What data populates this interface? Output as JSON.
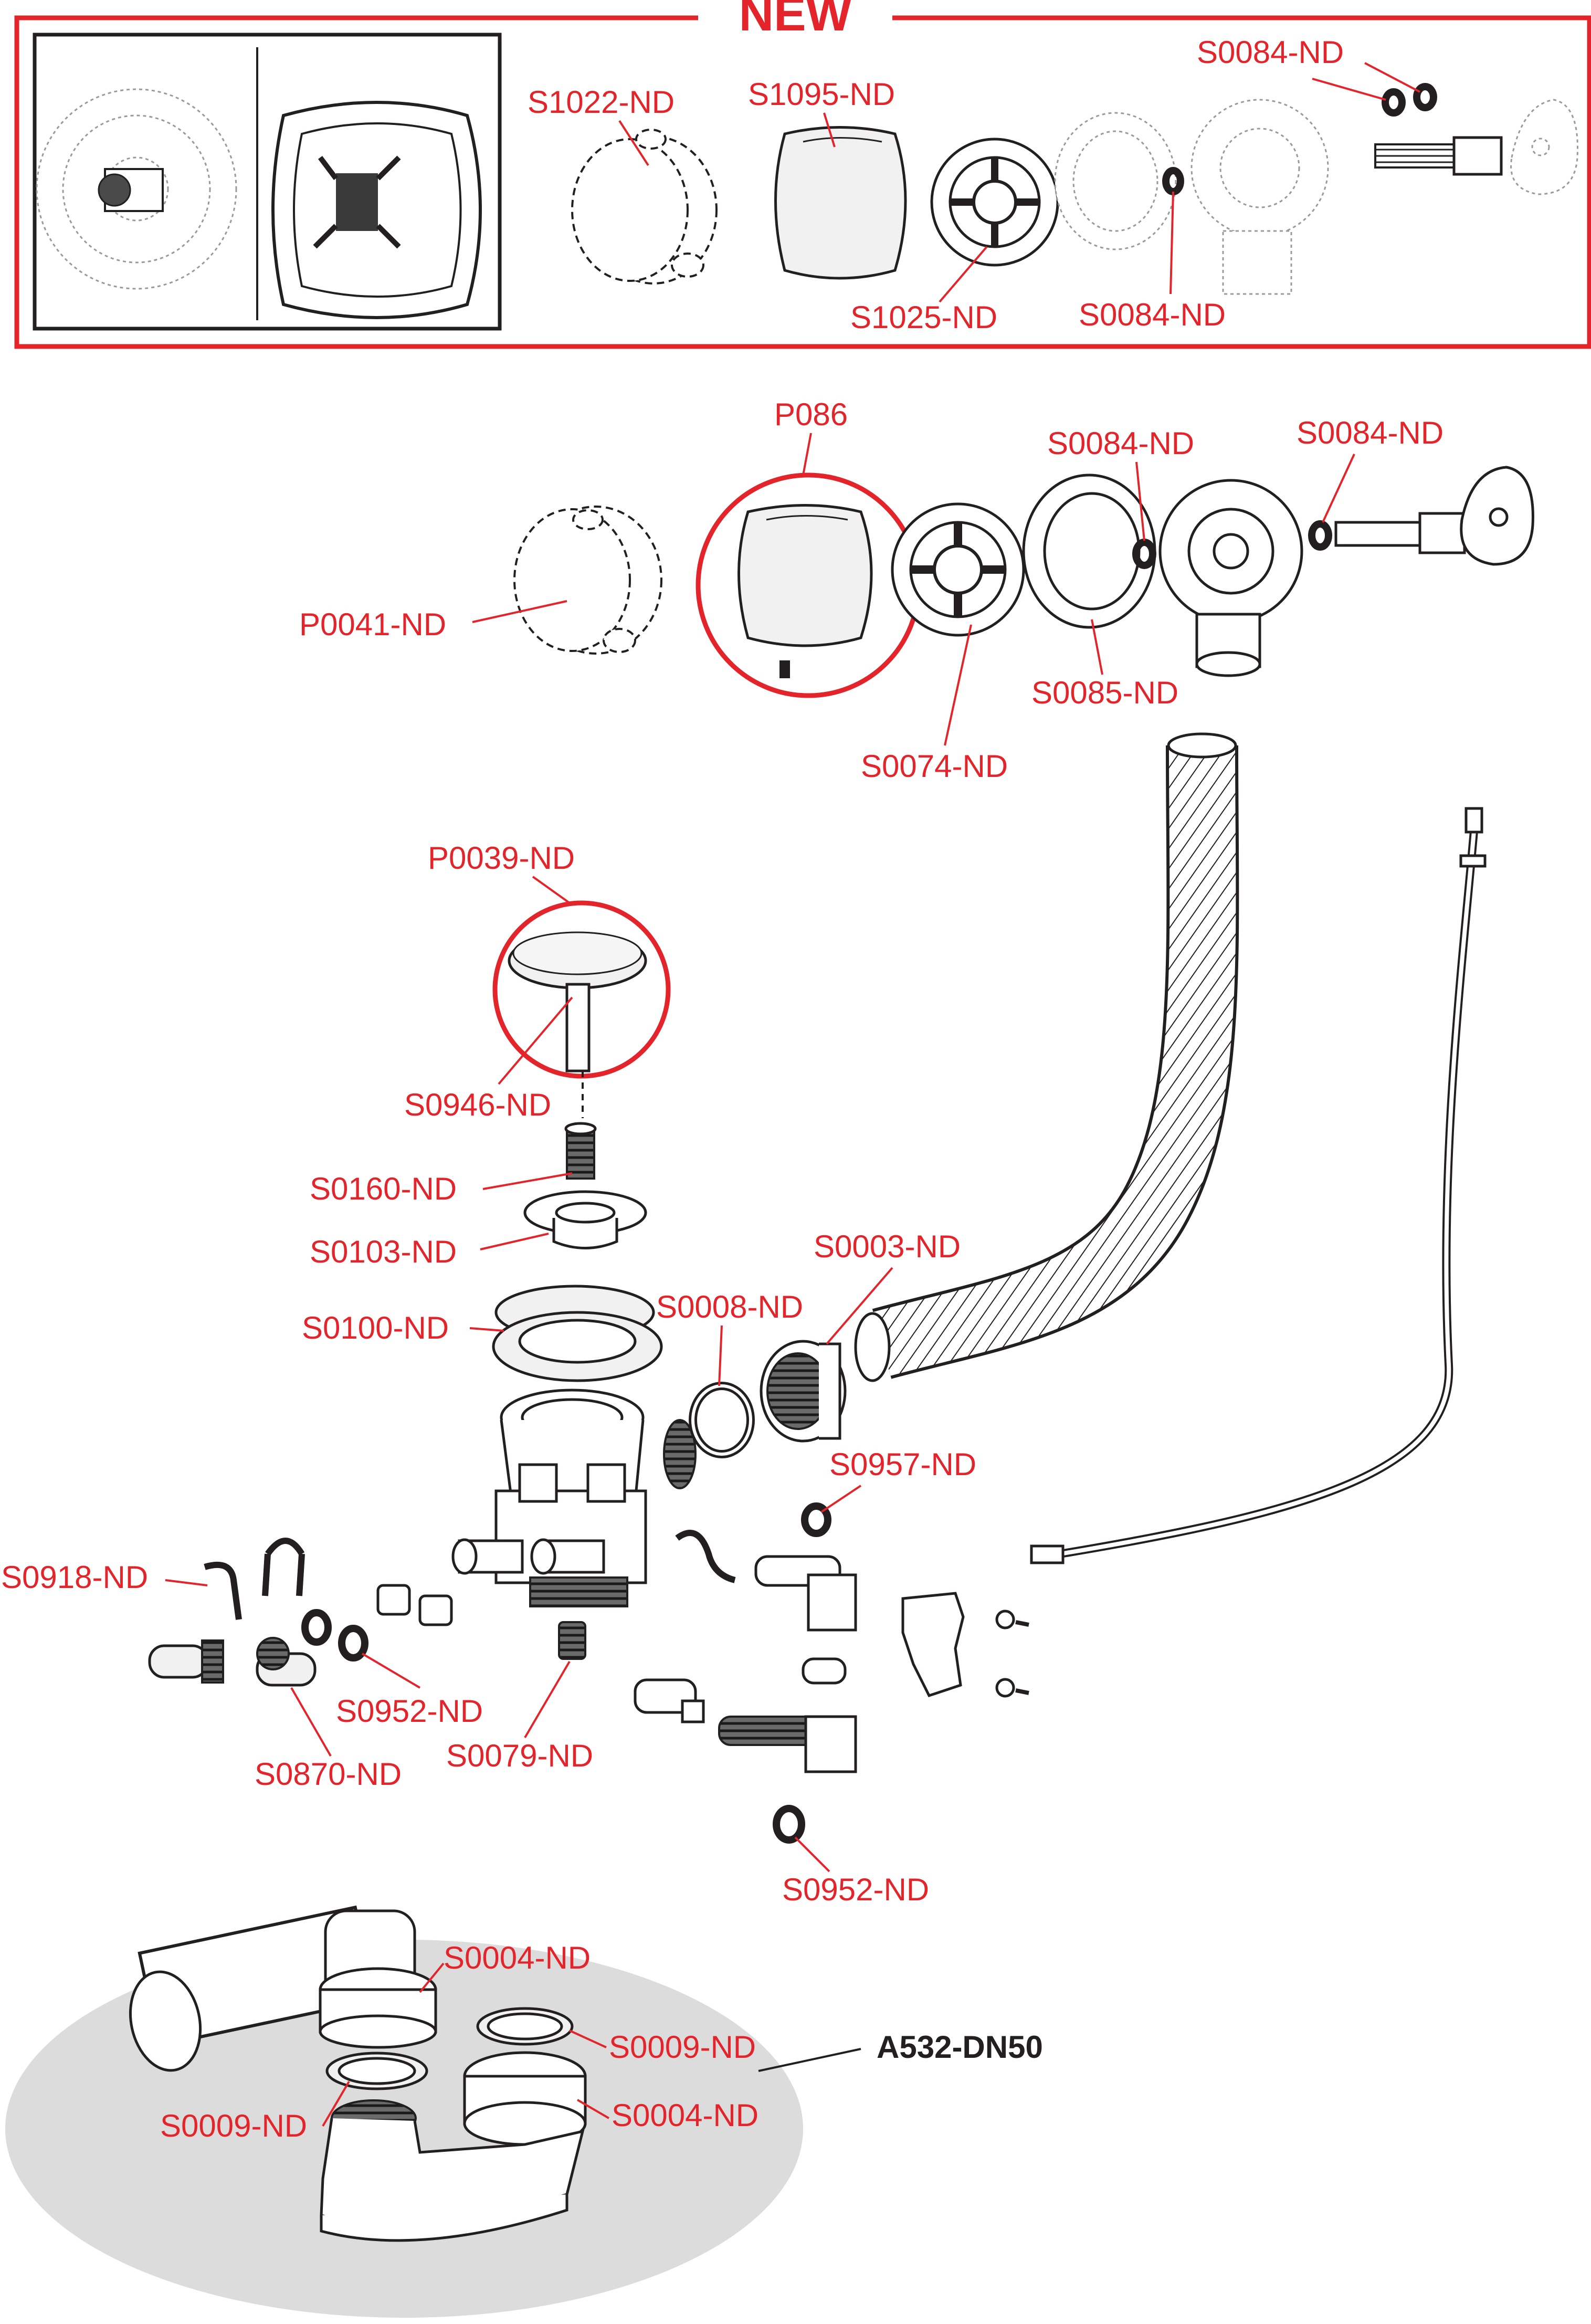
{
  "new_section": {
    "title": "NEW",
    "border_color": "#e3242b",
    "labels": {
      "s1022": "S1022-ND",
      "s1095": "S1095-ND",
      "s1025": "S1025-ND",
      "s0084_bottom": "S0084-ND",
      "s0084_top": "S0084-ND"
    }
  },
  "main_assembly": {
    "labels": {
      "p086": "P086",
      "p0041": "P0041-ND",
      "s0074": "S0074-ND",
      "s0085": "S0085-ND",
      "s0084_left": "S0084-ND",
      "s0084_right": "S0084-ND"
    }
  },
  "drain_assembly": {
    "labels": {
      "p0039": "P0039-ND",
      "s0946": "S0946-ND",
      "s0160": "S0160-ND",
      "s0103": "S0103-ND",
      "s0100": "S0100-ND",
      "s0008": "S0008-ND",
      "s0003": "S0003-ND",
      "s0957": "S0957-ND",
      "s0918": "S0918-ND",
      "s0952_left": "S0952-ND",
      "s0870": "S0870-ND",
      "s0079": "S0079-ND",
      "s0952_bottom": "S0952-ND"
    }
  },
  "siphon": {
    "title": "A532-DN50",
    "labels": {
      "s0004_top": "S0004-ND",
      "s0009_right": "S0009-ND",
      "s0009_left": "S0009-ND",
      "s0004_bottom": "S0004-ND"
    }
  },
  "colors": {
    "label_red": "#e3242b",
    "line_dark": "#231f20",
    "siphon_background": "#dcdcdc"
  }
}
